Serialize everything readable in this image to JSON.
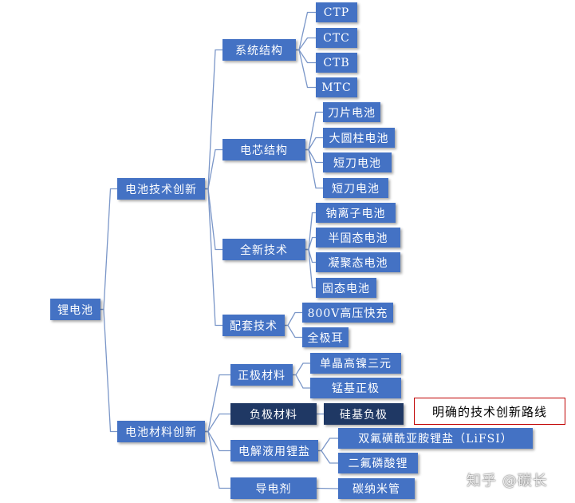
{
  "root": {
    "label": "锂电池"
  },
  "branches": [
    {
      "label": "电池技术创新"
    },
    {
      "label": "电池材料创新"
    }
  ],
  "tech_groups": [
    {
      "label": "系统结构",
      "items": [
        "CTP",
        "CTC",
        "CTB",
        "MTC"
      ]
    },
    {
      "label": "电芯结构",
      "items": [
        "刀片电池",
        "大圆柱电池",
        "短刀电池",
        "短刀电池"
      ]
    },
    {
      "label": "全新技术",
      "items": [
        "钠离子电池",
        "半固态电池",
        "凝聚态电池",
        "固态电池"
      ]
    },
    {
      "label": "配套技术",
      "items": [
        "800V高压快充",
        "全极耳"
      ]
    }
  ],
  "material_groups": [
    {
      "label": "正极材料",
      "items": [
        "单晶高镍三元",
        "锰基正极"
      ]
    },
    {
      "label": "负极材料",
      "items": [
        "硅基负极"
      ]
    },
    {
      "label": "电解液用锂盐",
      "items": [
        "双氟磺酰亚胺锂盐（LiFSI）",
        "二氟磷酸锂"
      ]
    },
    {
      "label": "导电剂",
      "items": [
        "碳纳米管"
      ]
    }
  ],
  "callout": {
    "text": "明确的技术创新路线"
  },
  "watermark": {
    "text": "知乎 @碳长"
  },
  "colors": {
    "node": "#4472c4",
    "highlight": "#1f3864",
    "line": "#7a96c8",
    "callout_border": "#c00000"
  }
}
